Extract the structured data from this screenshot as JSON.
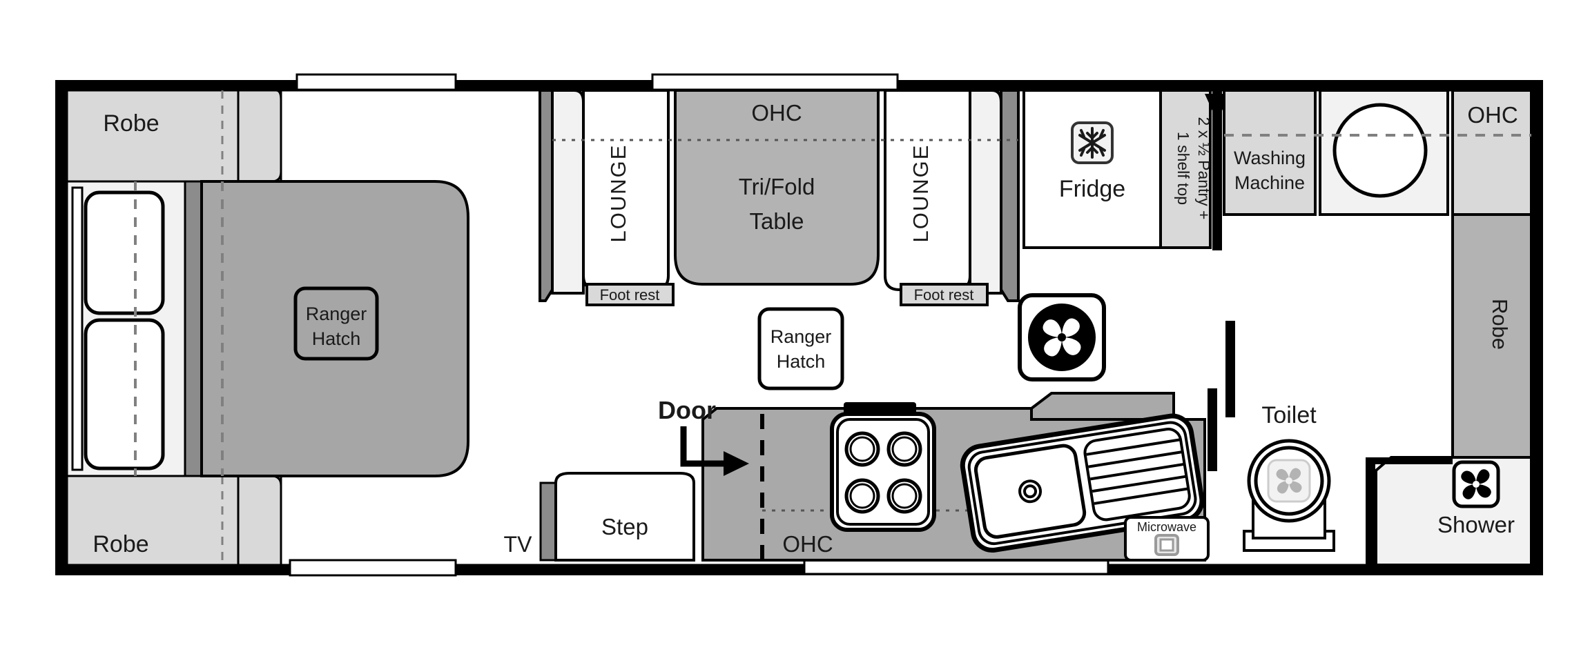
{
  "document": {
    "type": "caravan-floor-plan",
    "title": "Caravan Floor Plan"
  },
  "colors": {
    "wall": "#000000",
    "furniture_light": "#d9d9d9",
    "furniture_mid": "#b3b3b3",
    "furniture_dark": "#a6a6a6",
    "bench": "#a9a9a9",
    "near_white": "#f2f2f2",
    "white": "#ffffff",
    "dash_gray": "#808080",
    "text": "#1a1a1a"
  },
  "labels": {
    "robe_top": "Robe",
    "robe_bottom": "Robe",
    "ranger_hatch_bed": "Ranger\nHatch",
    "ranger_hatch_bed_line1": "Ranger",
    "ranger_hatch_bed_line2": "Hatch",
    "ranger_hatch_mid_line1": "Ranger",
    "ranger_hatch_mid_line2": "Hatch",
    "ohc_dinette": "OHC",
    "tri_fold_table_line1": "Tri/Fold",
    "tri_fold_table_line2": "Table",
    "lounge_left": "LOUNGE",
    "lounge_right": "LOUNGE",
    "foot_rest_left": "Foot rest",
    "foot_rest_right": "Foot rest",
    "fridge": "Fridge",
    "pantry_line1": "2 x ½ Pantry +",
    "pantry_line2": "1 shelf top",
    "washing_machine_line1": "Washing",
    "washing_machine_line2": "Machine",
    "ohc_right": "OHC",
    "robe_right": "Robe",
    "toilet": "Toilet",
    "shower": "Shower",
    "door": "Door",
    "tv": "TV",
    "step": "Step",
    "ohc_kitchen": "OHC",
    "microwave": "Microwave"
  },
  "icons": {
    "fridge": "snowflake-icon",
    "roof_vent": "fan-icon",
    "shower_vent": "fan-icon",
    "toilet_vent": "fan-icon",
    "microwave": "microwave-icon"
  }
}
